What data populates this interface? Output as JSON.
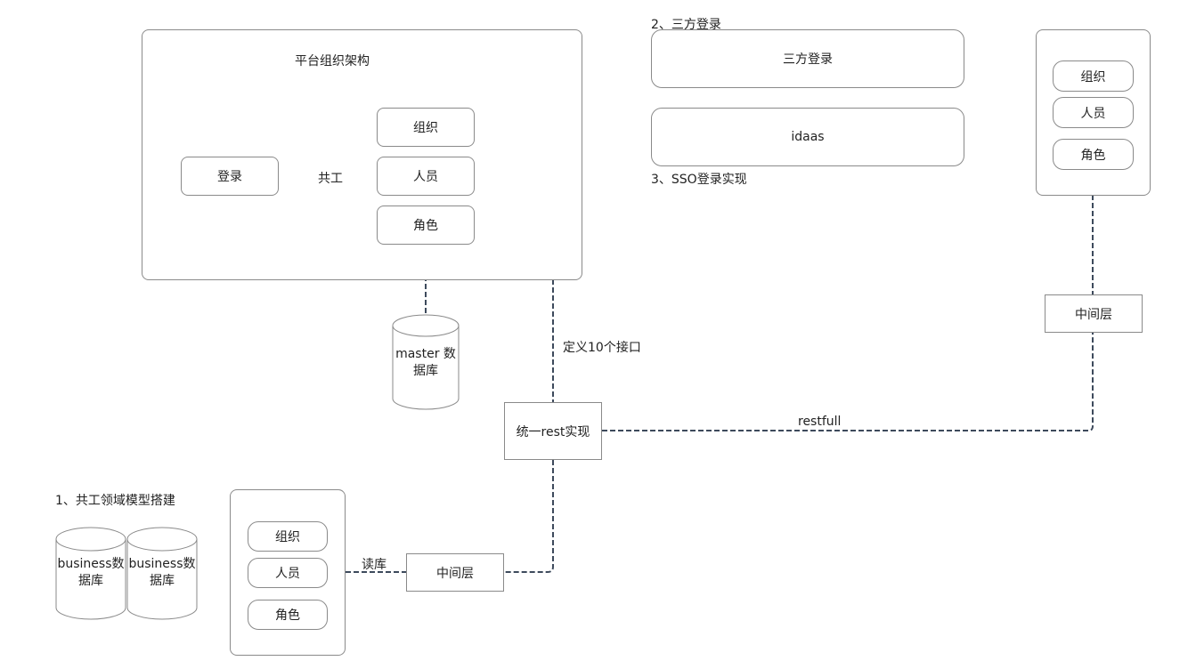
{
  "platform": {
    "title": "平台组织架构",
    "login_label": "登录",
    "shared_label": "共工",
    "org_label": "组织",
    "person_label": "人员",
    "role_label": "角色"
  },
  "master_db": {
    "label_line1": "master 数",
    "label_line2": "据库"
  },
  "define_label": "定义10个接口",
  "rest_box_label": "统一rest实现",
  "restful_label": "restfull",
  "third_party": {
    "heading": "2、三方登录",
    "box_label": "三方登录",
    "idaas_label": "idaas",
    "sso_heading": "3、SSO登录实现"
  },
  "right_panel": {
    "org_label": "组织",
    "person_label": "人员",
    "role_label": "角色",
    "middle_label": "中间层"
  },
  "bottom": {
    "heading": "1、共工领域模型搭建",
    "db1_line1": "business数",
    "db1_line2": "据库",
    "db2_line1": "business数",
    "db2_line2": "据库",
    "org_label": "组织",
    "person_label": "人员",
    "role_label": "角色",
    "read_label": "读库",
    "middle_label": "中间层"
  },
  "colors": {
    "border": "#8a8a8a",
    "connector": "#3d4a5c"
  }
}
